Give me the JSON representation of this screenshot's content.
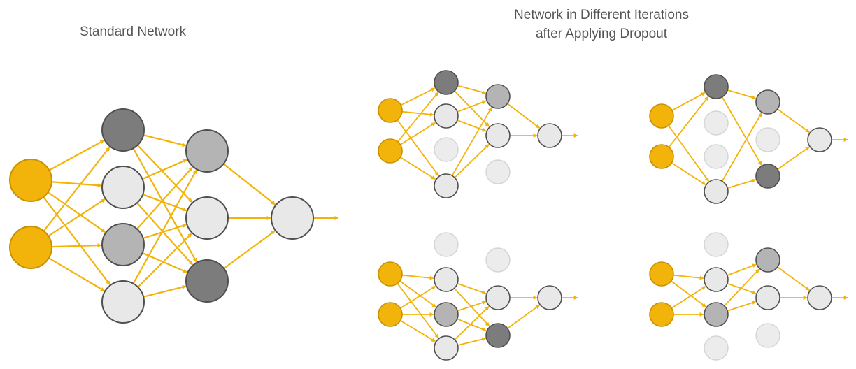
{
  "titles": {
    "standard": "Standard Network",
    "dropout_line1": "Network in Different Iterations",
    "dropout_line2": "after Applying Dropout"
  },
  "colors": {
    "input": "#f2b40a",
    "input_stroke": "#c99000",
    "edge": "#f2b40a",
    "node_stroke": "#505050",
    "dark": "#7c7c7c",
    "mid": "#b4b4b4",
    "light": "#e8e8e8",
    "dropped_fill": "#ececec",
    "dropped_stroke": "#d4d4d4"
  },
  "networks": [
    {
      "id": "standard",
      "dropped": []
    },
    {
      "id": "iteration-1",
      "dropped": [
        "h1-2",
        "h2-2"
      ]
    },
    {
      "id": "iteration-2",
      "dropped": [
        "h1-1",
        "h1-2",
        "h2-1"
      ]
    },
    {
      "id": "iteration-3",
      "dropped": [
        "h1-0",
        "h2-0"
      ]
    },
    {
      "id": "iteration-4",
      "dropped": [
        "h1-0",
        "h1-3",
        "h2-2"
      ]
    }
  ]
}
